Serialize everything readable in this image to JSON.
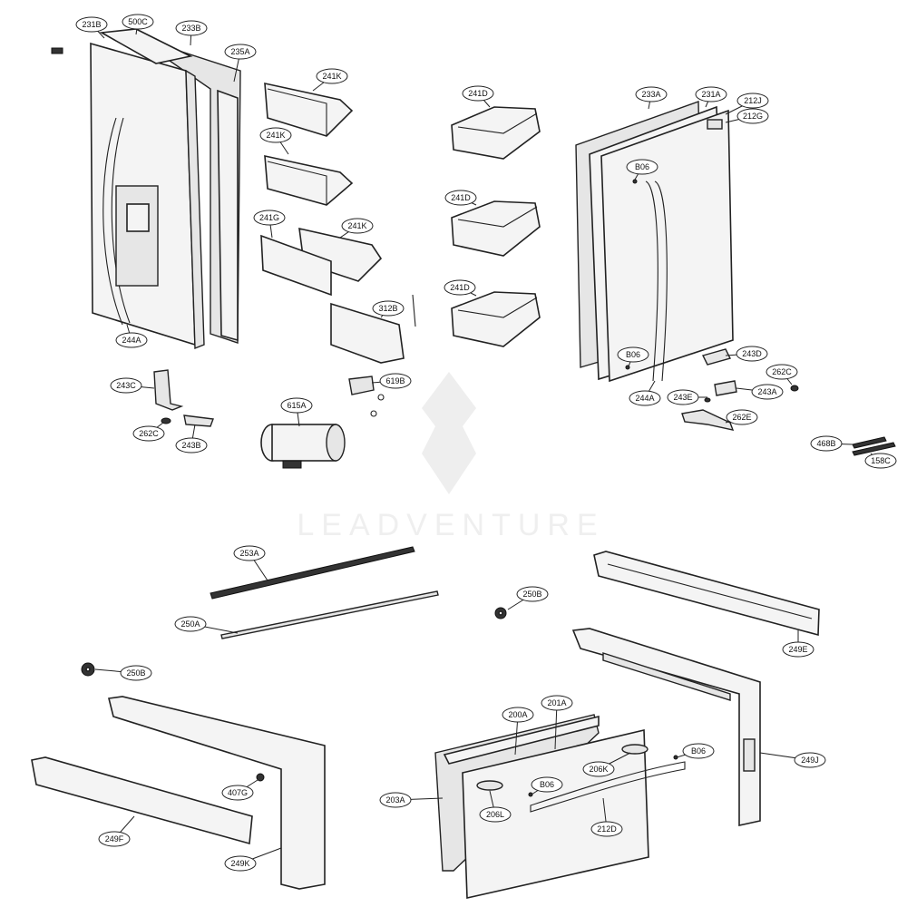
{
  "watermark": {
    "text": "LEADVENTURE"
  },
  "callouts": [
    {
      "id": "c-231B",
      "label": "231B"
    },
    {
      "id": "c-500C",
      "label": "500C"
    },
    {
      "id": "c-233B",
      "label": "233B"
    },
    {
      "id": "c-235A",
      "label": "235A"
    },
    {
      "id": "c-241K-1",
      "label": "241K"
    },
    {
      "id": "c-241K-2",
      "label": "241K"
    },
    {
      "id": "c-241G",
      "label": "241G"
    },
    {
      "id": "c-241K-3",
      "label": "241K"
    },
    {
      "id": "c-312B",
      "label": "312B"
    },
    {
      "id": "c-244A-left",
      "label": "244A"
    },
    {
      "id": "c-243C",
      "label": "243C"
    },
    {
      "id": "c-262C-left",
      "label": "262C"
    },
    {
      "id": "c-243B",
      "label": "243B"
    },
    {
      "id": "c-619B",
      "label": "619B"
    },
    {
      "id": "c-615A",
      "label": "615A"
    },
    {
      "id": "c-241D-1",
      "label": "241D"
    },
    {
      "id": "c-241D-2",
      "label": "241D"
    },
    {
      "id": "c-241D-3",
      "label": "241D"
    },
    {
      "id": "c-233A",
      "label": "233A"
    },
    {
      "id": "c-231A",
      "label": "231A"
    },
    {
      "id": "c-212J",
      "label": "212J"
    },
    {
      "id": "c-212G",
      "label": "212G"
    },
    {
      "id": "c-B06-top",
      "label": "B06"
    },
    {
      "id": "c-B06-mid",
      "label": "B06"
    },
    {
      "id": "c-243D",
      "label": "243D"
    },
    {
      "id": "c-262C-right",
      "label": "262C"
    },
    {
      "id": "c-243E",
      "label": "243E"
    },
    {
      "id": "c-243A",
      "label": "243A"
    },
    {
      "id": "c-244A-right",
      "label": "244A"
    },
    {
      "id": "c-262E",
      "label": "262E"
    },
    {
      "id": "c-468B",
      "label": "468B"
    },
    {
      "id": "c-158C",
      "label": "158C"
    },
    {
      "id": "c-253A",
      "label": "253A"
    },
    {
      "id": "c-250A",
      "label": "250A"
    },
    {
      "id": "c-250B-right",
      "label": "250B"
    },
    {
      "id": "c-249E",
      "label": "249E"
    },
    {
      "id": "c-250B-left",
      "label": "250B"
    },
    {
      "id": "c-407G",
      "label": "407G"
    },
    {
      "id": "c-249F",
      "label": "249F"
    },
    {
      "id": "c-249K",
      "label": "249K"
    },
    {
      "id": "c-200A",
      "label": "200A"
    },
    {
      "id": "c-201A",
      "label": "201A"
    },
    {
      "id": "c-B06-drawer-r",
      "label": "B06"
    },
    {
      "id": "c-206K",
      "label": "206K"
    },
    {
      "id": "c-B06-drawer-l",
      "label": "B06"
    },
    {
      "id": "c-203A",
      "label": "203A"
    },
    {
      "id": "c-206L",
      "label": "206L"
    },
    {
      "id": "c-212D",
      "label": "212D"
    },
    {
      "id": "c-249J",
      "label": "249J"
    }
  ]
}
